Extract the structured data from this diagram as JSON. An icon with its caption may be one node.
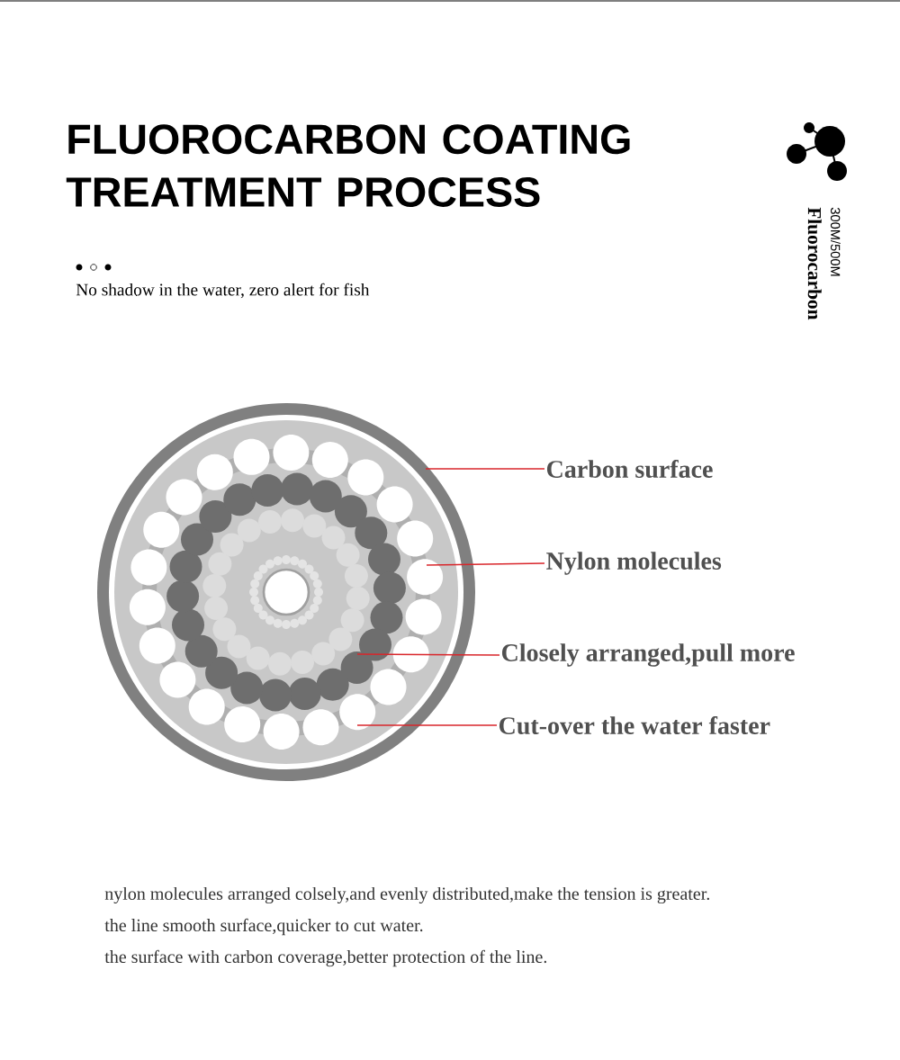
{
  "diagram": {
    "title": "FLUOROCARBON COATING TREATMENT PROCESS",
    "nodes": [
      {
        "text": [
          "Carbon surface"
        ]
      },
      {
        "text": [
          "Nylon molecules"
        ]
      },
      {
        "text": [
          "Closely arranged,pull more"
        ]
      },
      {
        "text": [
          "Cut-over the water faster"
        ]
      }
    ],
    "edges": [
      {
        "from": 0,
        "to": null,
        "arrow": "none"
      },
      {
        "from": 1,
        "to": null,
        "arrow": "none"
      },
      {
        "from": 2,
        "to": null,
        "arrow": "none"
      },
      {
        "from": 3,
        "to": null,
        "arrow": "none"
      }
    ],
    "labels": [
      "300M/500M",
      "Fluorocarbon",
      "No shadow in the water, zero alert for fish",
      "nylon molecules arranged colsely,and evenly distributed,make the tension is greater.",
      "the line smooth surface,quicker to cut water.",
      "the surface with carbon coverage,better protection of the line."
    ]
  }
}
